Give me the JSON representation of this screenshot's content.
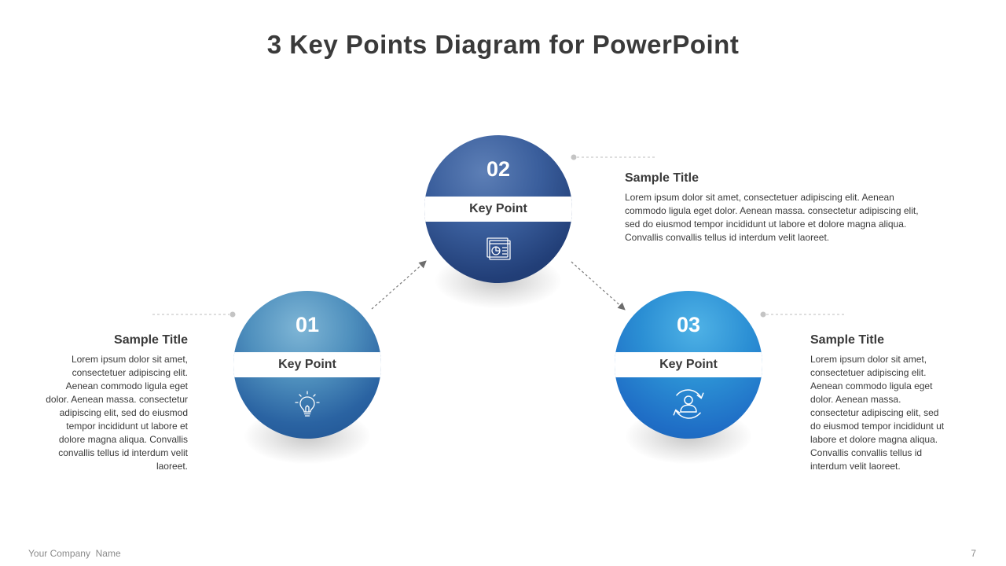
{
  "title": "3 Key Points Diagram for PowerPoint",
  "points": [
    {
      "number": "01",
      "label": "Key Point",
      "icon": "lightbulb-icon",
      "color": "#2a63a2",
      "heading": "Sample Title",
      "body": "Lorem ipsum dolor sit amet, consectetuer adipiscing elit. Aenean commodo ligula eget dolor. Aenean massa. consectetur adipiscing elit, sed do eiusmod tempor incididunt ut labore et dolore magna aliqua. Convallis convallis tellus id interdum velit laoreet."
    },
    {
      "number": "02",
      "label": "Key Point",
      "icon": "presentation-icon",
      "color": "#223f78",
      "heading": "Sample Title",
      "body": "Lorem ipsum dolor sit amet, consectetuer adipiscing elit. Aenean commodo ligula eget dolor. Aenean massa. consectetur adipiscing elit, sed do eiusmod tempor incididunt ut labore et dolore magna aliqua. Convallis convallis tellus id interdum velit laoreet."
    },
    {
      "number": "03",
      "label": "Key Point",
      "icon": "user-cycle-icon",
      "color": "#1f6ec6",
      "heading": "Sample Title",
      "body": "Lorem ipsum dolor sit amet, consectetuer adipiscing elit. Aenean commodo ligula eget dolor. Aenean massa. consectetur adipiscing elit, sed do eiusmod tempor incididunt ut labore et dolore magna aliqua. Convallis convallis tellus id interdum velit laoreet."
    }
  ],
  "footer": {
    "company": "Your Company  Name",
    "page_number": "7"
  }
}
